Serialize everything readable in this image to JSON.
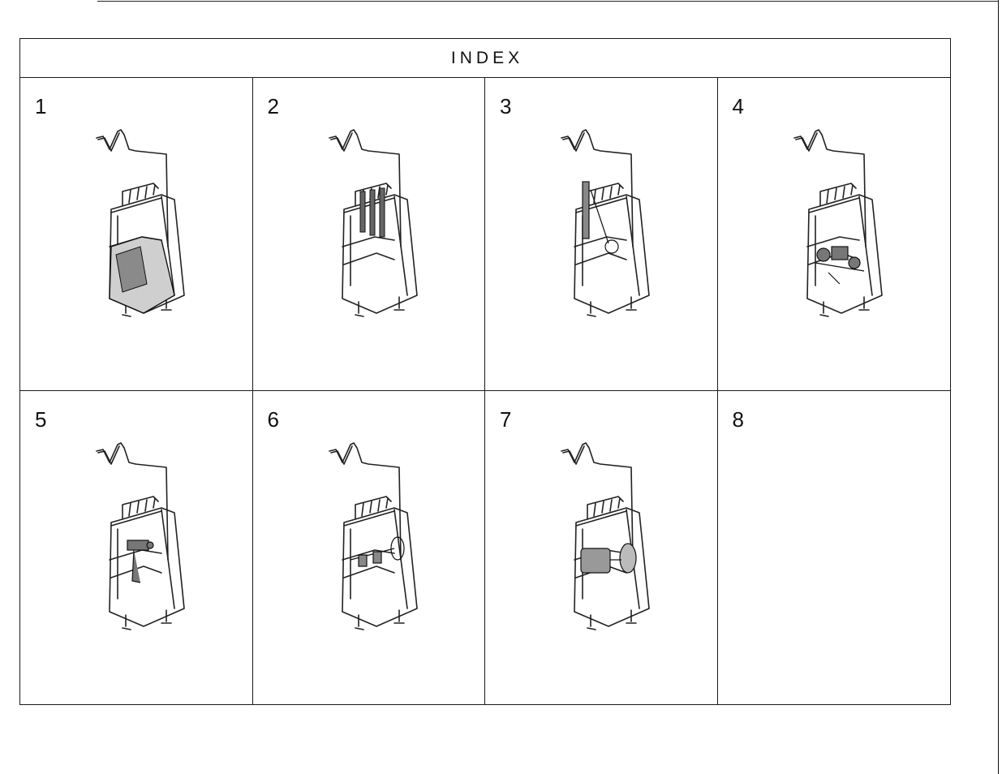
{
  "header": {
    "title": "INDEX"
  },
  "sections": [
    {
      "number": "1",
      "icon": "machine-icon",
      "has_illustration": true,
      "highlight": "front-cover-base"
    },
    {
      "number": "2",
      "icon": "machine-icon",
      "has_illustration": true,
      "highlight": "thread-guides"
    },
    {
      "number": "3",
      "icon": "machine-icon",
      "has_illustration": true,
      "highlight": "needle-bar"
    },
    {
      "number": "4",
      "icon": "machine-icon",
      "has_illustration": true,
      "highlight": "looper-mechanism"
    },
    {
      "number": "5",
      "icon": "machine-icon",
      "has_illustration": true,
      "highlight": "feed-mechanism"
    },
    {
      "number": "6",
      "icon": "machine-icon",
      "has_illustration": true,
      "highlight": "drive-shaft"
    },
    {
      "number": "7",
      "icon": "machine-icon",
      "has_illustration": true,
      "highlight": "motor-pulley"
    },
    {
      "number": "8",
      "icon": "",
      "has_illustration": false,
      "highlight": ""
    }
  ]
}
